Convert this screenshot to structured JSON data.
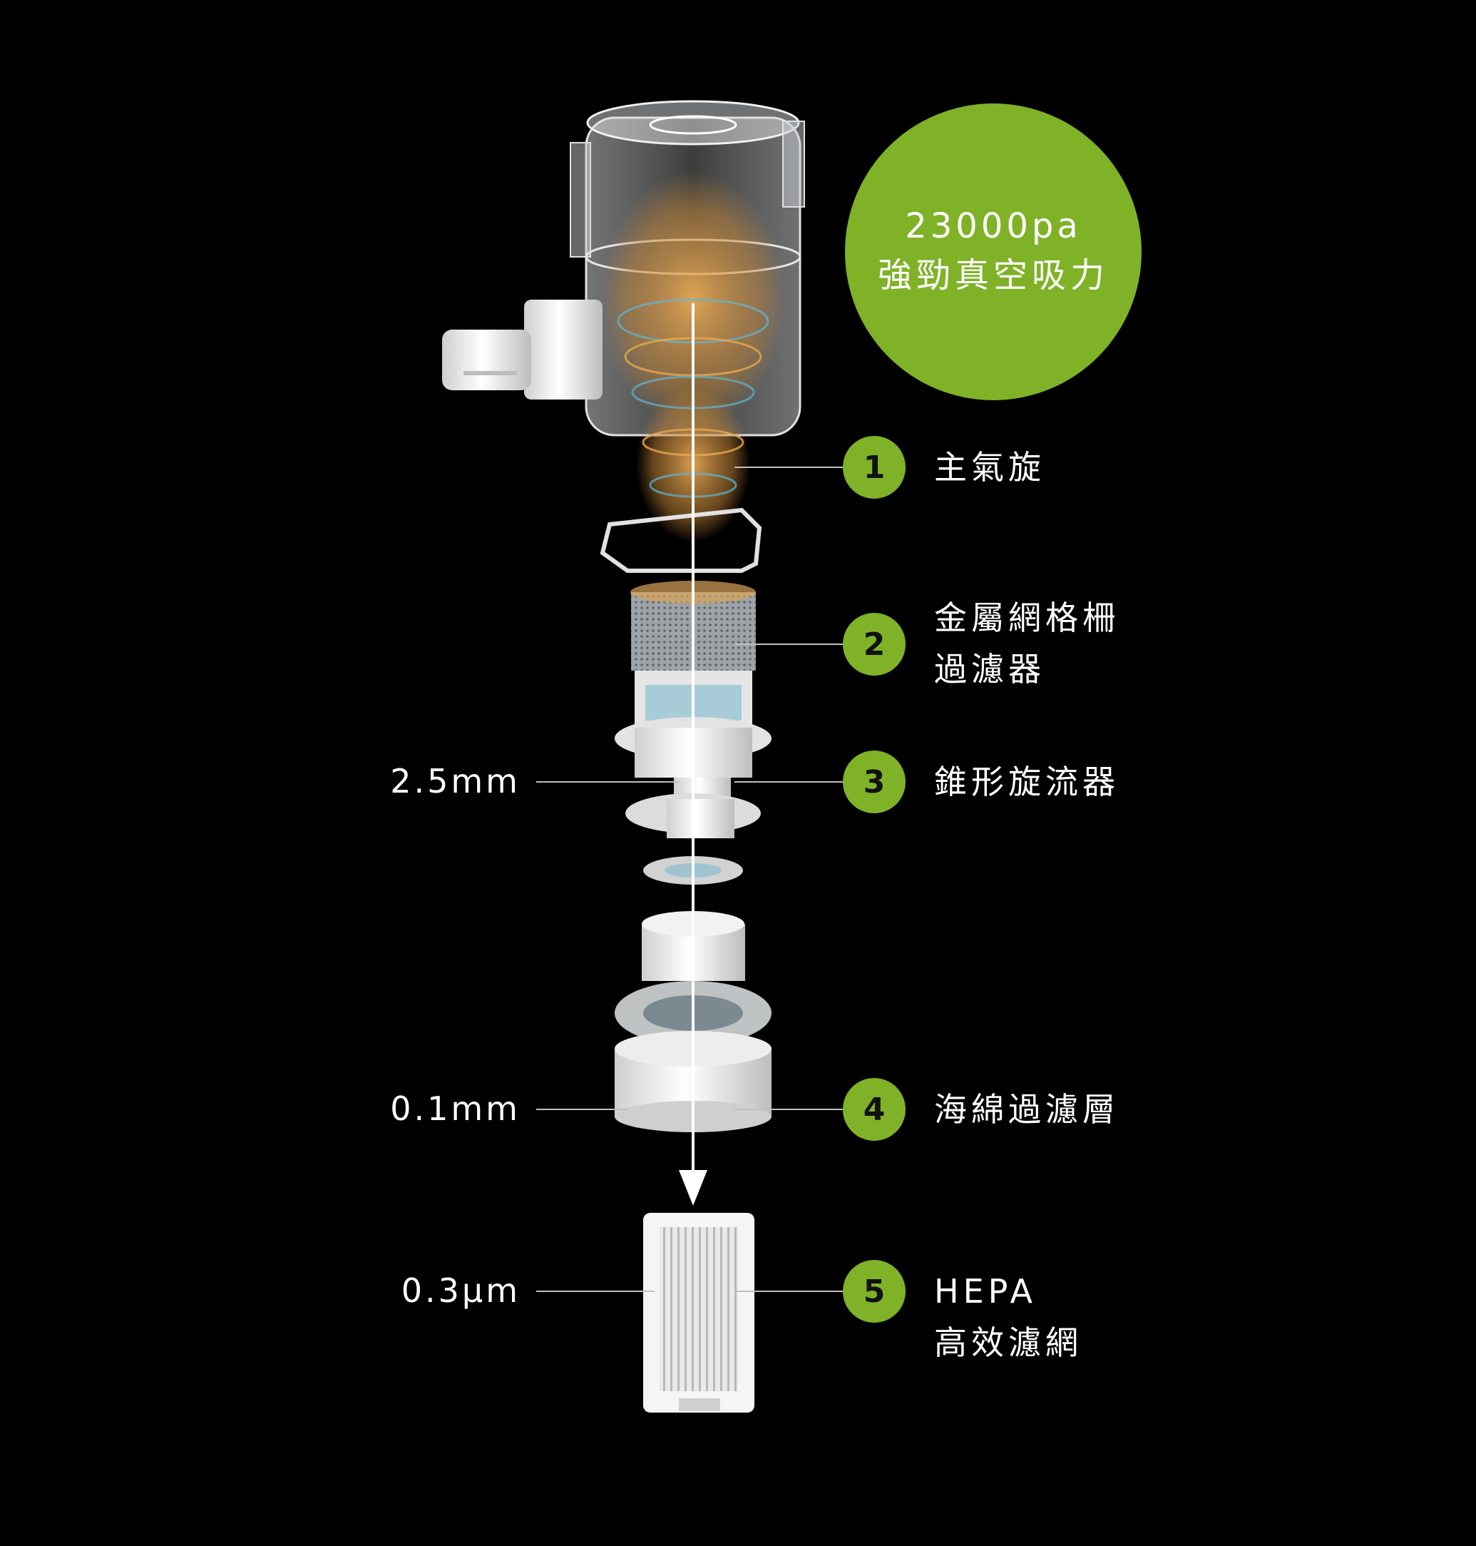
{
  "hero": {
    "line1": "23000pa",
    "line2": "強勁真空吸力",
    "color": "#7fb227"
  },
  "components": [
    {
      "number": "1",
      "label_lines": [
        "主氣旋"
      ]
    },
    {
      "number": "2",
      "label_lines": [
        "金屬網格柵",
        "過濾器"
      ]
    },
    {
      "number": "3",
      "label_lines": [
        "錐形旋流器"
      ]
    },
    {
      "number": "4",
      "label_lines": [
        "海綿過濾層"
      ]
    },
    {
      "number": "5",
      "label_lines": [
        "HEPA",
        "高效濾網"
      ]
    }
  ],
  "sizes": [
    {
      "text": "2.5mm"
    },
    {
      "text": "0.1mm"
    },
    {
      "text": "0.3µm"
    }
  ]
}
